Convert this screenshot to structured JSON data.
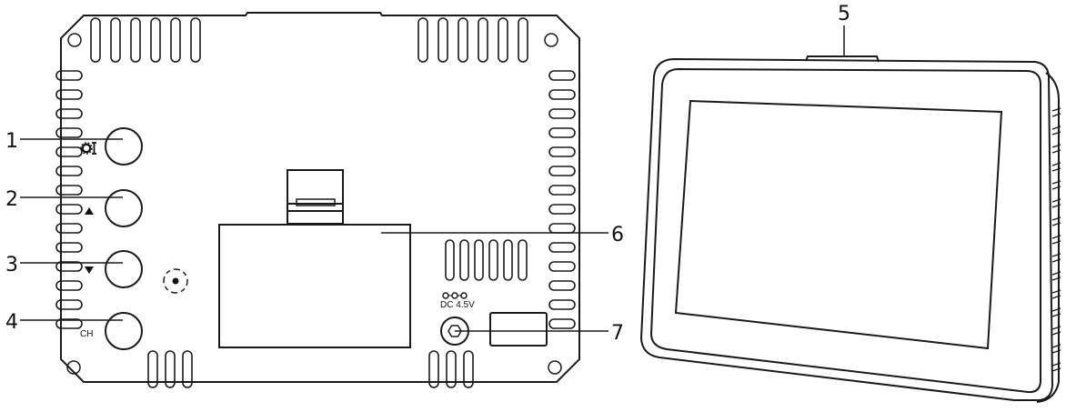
{
  "callouts": [
    {
      "id": "1",
      "label": "1"
    },
    {
      "id": "2",
      "label": "2"
    },
    {
      "id": "3",
      "label": "3"
    },
    {
      "id": "4",
      "label": "4"
    },
    {
      "id": "5",
      "label": "5"
    },
    {
      "id": "6",
      "label": "6"
    },
    {
      "id": "7",
      "label": "7"
    }
  ],
  "labels": {
    "ch_button": "CH",
    "dc_input": "DC 4.5V"
  },
  "icons": {
    "button_1": "settings-gear-wrench-icon",
    "button_2": "triangle-up-icon",
    "button_3": "triangle-down-icon",
    "speaker": "speaker-icon",
    "dc_polarity": "dc-polarity-icon"
  },
  "colors": {
    "stroke": "#1a1a1a",
    "background": "#ffffff"
  }
}
